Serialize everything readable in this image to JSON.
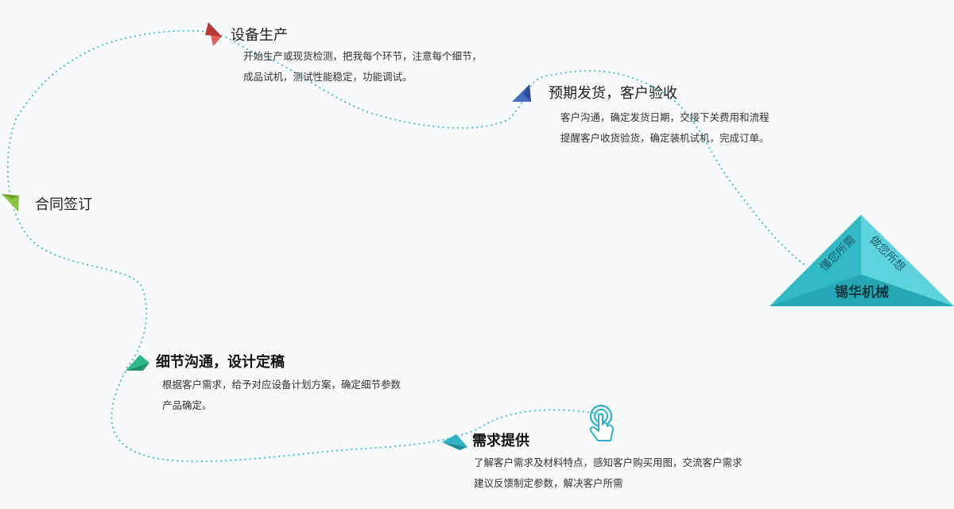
{
  "steps": {
    "production": {
      "title": "设备生产",
      "desc": [
        "开始生产或现货检测，把我每个环节，注意每个细节，",
        "成品试机，测试性能稳定，功能调试。"
      ]
    },
    "delivery": {
      "title": "预期发货，客户验收",
      "desc": [
        "客户沟通，确定发货日期，交接下关费用和流程",
        "提醒客户收货验货，确定装机试机，完成订单。"
      ]
    },
    "contract": {
      "title": "合同签订"
    },
    "design": {
      "title": "细节沟通，设计定稿",
      "desc": [
        "根据客户需求，给予对应设备计划方案，确定细节参数",
        "产品确定。"
      ]
    },
    "demand": {
      "title": "需求提供",
      "desc": [
        "了解客户需求及材料特点，感知客户购买用图，交流客户需求",
        "建议反馈制定参数，解决客户所需"
      ]
    }
  },
  "brand": {
    "name": "锡华机械",
    "slogan_left": "懂您所需",
    "slogan_right": "做您所想"
  },
  "colors": {
    "path": "#4fc3c9",
    "production_arrow": "#d9534f",
    "delivery_arrow": "#4a6fc1",
    "contract_arrow": "#8cc43c",
    "design_arrow": "#2db88a",
    "demand_arrow": "#2fb3c4",
    "pyramid": "#3cc5d0"
  },
  "icons": {
    "start": "pointer-hand-icon"
  }
}
